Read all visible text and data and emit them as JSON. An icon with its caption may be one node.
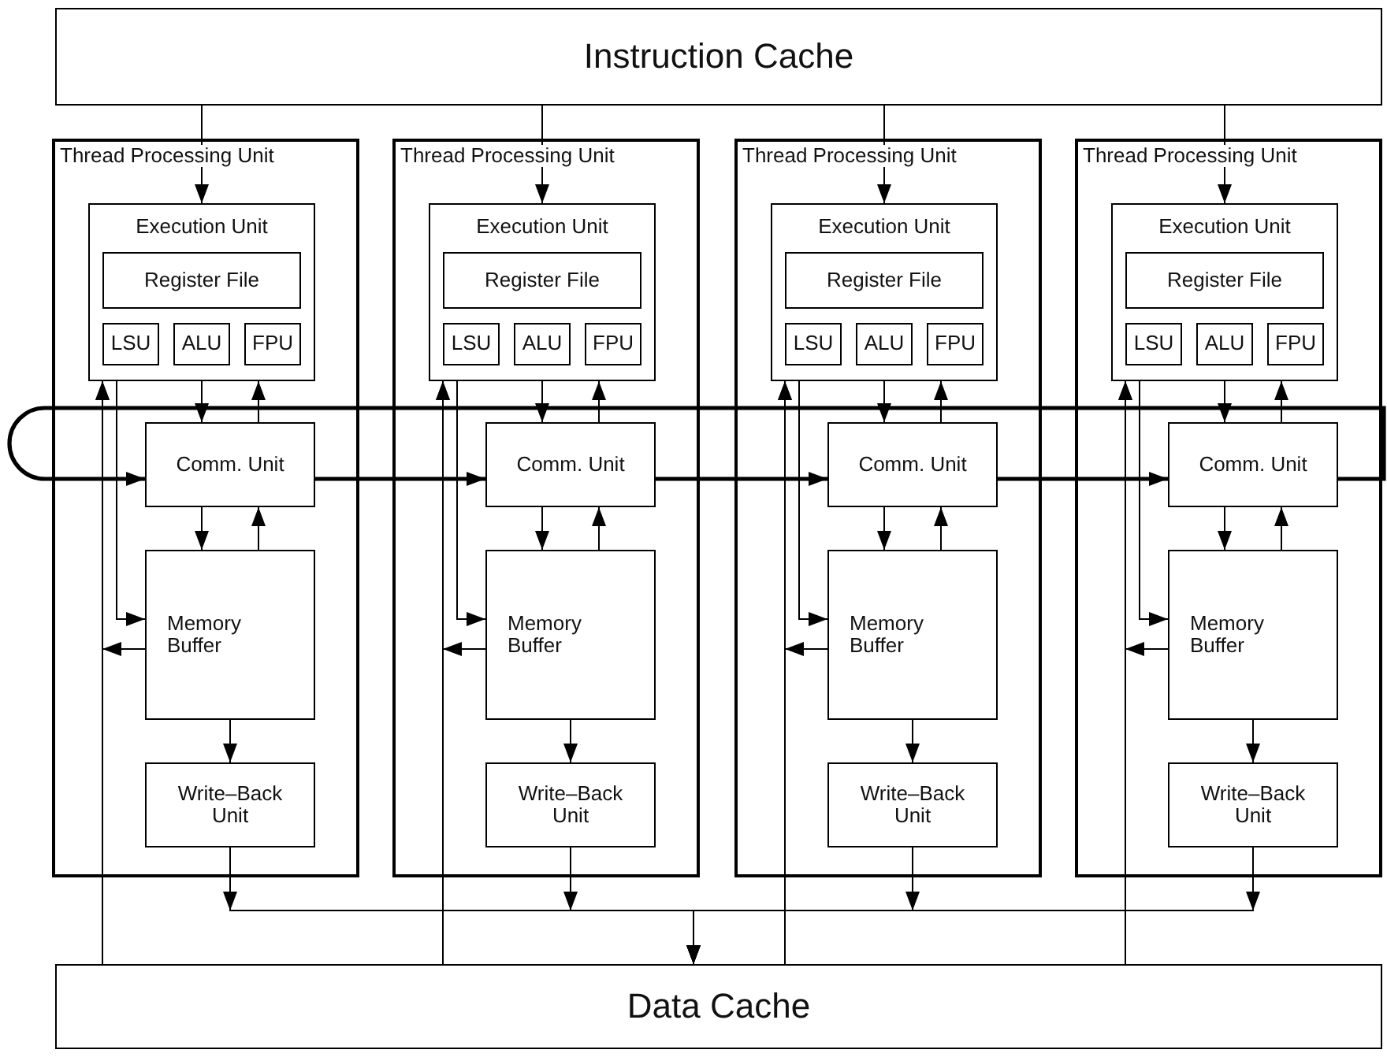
{
  "diagram": {
    "nodes": [
      {
        "text": [
          "Instruction Cache"
        ]
      },
      {
        "text": [
          "Thread Processing Unit"
        ]
      },
      {
        "text": [
          "Execution Unit"
        ],
        "in": 1
      },
      {
        "text": [
          "Register File"
        ],
        "in": 2
      },
      {
        "text": [
          "LSU"
        ],
        "in": 2
      },
      {
        "text": [
          "ALU"
        ],
        "in": 2
      },
      {
        "text": [
          "FPU"
        ],
        "in": 2
      },
      {
        "text": [
          "Comm. Unit"
        ],
        "in": 1
      },
      {
        "text": [
          "Memory Buffer"
        ],
        "in": 1
      },
      {
        "text": [
          "Write–Back Unit"
        ],
        "in": 1
      },
      {
        "text": [
          "Thread Processing Unit"
        ]
      },
      {
        "text": [
          "Execution Unit"
        ],
        "in": 10
      },
      {
        "text": [
          "Register File"
        ],
        "in": 11
      },
      {
        "text": [
          "LSU"
        ],
        "in": 11
      },
      {
        "text": [
          "ALU"
        ],
        "in": 11
      },
      {
        "text": [
          "FPU"
        ],
        "in": 11
      },
      {
        "text": [
          "Comm. Unit"
        ],
        "in": 10
      },
      {
        "text": [
          "Memory Buffer"
        ],
        "in": 10
      },
      {
        "text": [
          "Write–Back Unit"
        ],
        "in": 10
      },
      {
        "text": [
          "Thread Processing Unit"
        ]
      },
      {
        "text": [
          "Execution Unit"
        ],
        "in": 19
      },
      {
        "text": [
          "Register File"
        ],
        "in": 20
      },
      {
        "text": [
          "LSU"
        ],
        "in": 20
      },
      {
        "text": [
          "ALU"
        ],
        "in": 20
      },
      {
        "text": [
          "FPU"
        ],
        "in": 20
      },
      {
        "text": [
          "Comm. Unit"
        ],
        "in": 19
      },
      {
        "text": [
          "Memory Buffer"
        ],
        "in": 19
      },
      {
        "text": [
          "Write–Back Unit"
        ],
        "in": 19
      },
      {
        "text": [
          "Thread Processing Unit"
        ]
      },
      {
        "text": [
          "Execution Unit"
        ],
        "in": 28
      },
      {
        "text": [
          "Register File"
        ],
        "in": 29
      },
      {
        "text": [
          "LSU"
        ],
        "in": 29
      },
      {
        "text": [
          "ALU"
        ],
        "in": 29
      },
      {
        "text": [
          "FPU"
        ],
        "in": 29
      },
      {
        "text": [
          "Comm. Unit"
        ],
        "in": 28
      },
      {
        "text": [
          "Memory Buffer"
        ],
        "in": 28
      },
      {
        "text": [
          "Write–Back Unit"
        ],
        "in": 28
      },
      {
        "text": [
          "Data Cache"
        ]
      }
    ],
    "edges": [
      {
        "from": 0,
        "to": 2,
        "arrow": "to"
      },
      {
        "from": 2,
        "to": 7,
        "arrow": "to"
      },
      {
        "from": 7,
        "to": 2,
        "arrow": "to"
      },
      {
        "from": 7,
        "to": 8,
        "arrow": "to"
      },
      {
        "from": 8,
        "to": 7,
        "arrow": "to"
      },
      {
        "from": 8,
        "to": 9,
        "arrow": "to"
      },
      {
        "from": 9,
        "to": 37,
        "arrow": "to"
      },
      {
        "from": 37,
        "to": 2,
        "arrow": "to"
      },
      {
        "from": 8,
        "to": 2,
        "arrow": "to"
      },
      {
        "from": 2,
        "to": 8,
        "arrow": "to"
      },
      {
        "from": 0,
        "to": 11,
        "arrow": "to"
      },
      {
        "from": 11,
        "to": 16,
        "arrow": "to"
      },
      {
        "from": 16,
        "to": 11,
        "arrow": "to"
      },
      {
        "from": 16,
        "to": 17,
        "arrow": "to"
      },
      {
        "from": 17,
        "to": 16,
        "arrow": "to"
      },
      {
        "from": 17,
        "to": 18,
        "arrow": "to"
      },
      {
        "from": 18,
        "to": 37,
        "arrow": "to"
      },
      {
        "from": 37,
        "to": 11,
        "arrow": "to"
      },
      {
        "from": 17,
        "to": 11,
        "arrow": "to"
      },
      {
        "from": 11,
        "to": 17,
        "arrow": "to"
      },
      {
        "from": 0,
        "to": 20,
        "arrow": "to"
      },
      {
        "from": 20,
        "to": 25,
        "arrow": "to"
      },
      {
        "from": 25,
        "to": 20,
        "arrow": "to"
      },
      {
        "from": 25,
        "to": 26,
        "arrow": "to"
      },
      {
        "from": 26,
        "to": 25,
        "arrow": "to"
      },
      {
        "from": 26,
        "to": 27,
        "arrow": "to"
      },
      {
        "from": 27,
        "to": 37,
        "arrow": "to"
      },
      {
        "from": 37,
        "to": 20,
        "arrow": "to"
      },
      {
        "from": 26,
        "to": 20,
        "arrow": "to"
      },
      {
        "from": 20,
        "to": 26,
        "arrow": "to"
      },
      {
        "from": 0,
        "to": 29,
        "arrow": "to"
      },
      {
        "from": 29,
        "to": 34,
        "arrow": "to"
      },
      {
        "from": 34,
        "to": 29,
        "arrow": "to"
      },
      {
        "from": 34,
        "to": 35,
        "arrow": "to"
      },
      {
        "from": 35,
        "to": 34,
        "arrow": "to"
      },
      {
        "from": 35,
        "to": 36,
        "arrow": "to"
      },
      {
        "from": 36,
        "to": 37,
        "arrow": "to"
      },
      {
        "from": 37,
        "to": 29,
        "arrow": "to"
      },
      {
        "from": 35,
        "to": 29,
        "arrow": "to"
      },
      {
        "from": 29,
        "to": 35,
        "arrow": "to"
      },
      {
        "from": 7,
        "to": 16,
        "arrow": "to",
        "style": "thick"
      },
      {
        "from": 16,
        "to": 25,
        "arrow": "to",
        "style": "thick"
      },
      {
        "from": 25,
        "to": 34,
        "arrow": "to",
        "style": "thick"
      },
      {
        "from": 34,
        "to": 7,
        "arrow": "to",
        "style": "thick"
      }
    ]
  }
}
